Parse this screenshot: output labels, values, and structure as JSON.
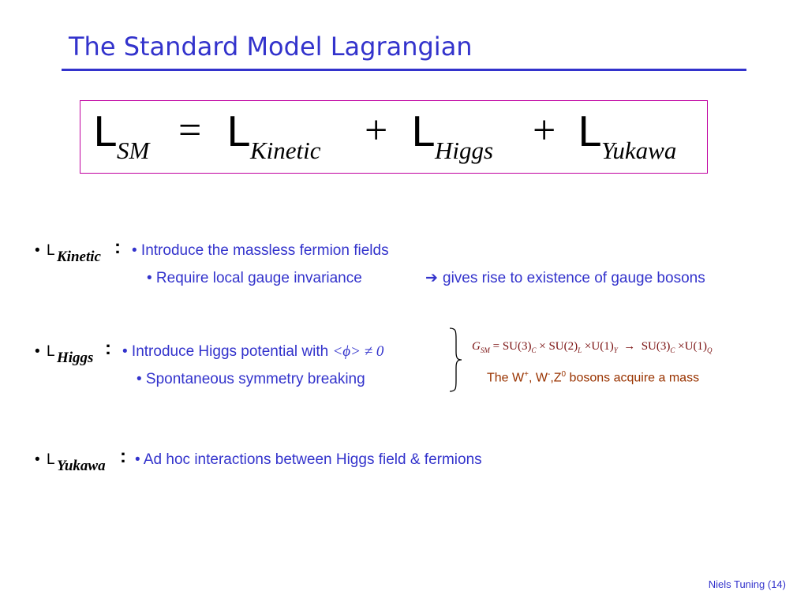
{
  "slide": {
    "title": "The Standard Model Lagrangian",
    "footer": "Niels Tuning (14)"
  },
  "equation": {
    "L_symbol": "L",
    "sm_sub": "SM",
    "equals": "=",
    "kinetic_sub": "Kinetic",
    "plus": "+",
    "higgs_sub": "Higgs",
    "yukawa_sub": "Yukawa"
  },
  "kinetic": {
    "bullet": "•",
    "L_symbol": "L",
    "sub": "Kinetic",
    "colon": ":",
    "line1": "• Introduce the massless fermion fields",
    "line2_a": "• Require local gauge invariance",
    "arrow": "➔",
    "line2_b": "gives rise to existence of gauge bosons"
  },
  "higgs": {
    "bullet": "•",
    "L_symbol": "L",
    "sub": "Higgs",
    "colon": ":",
    "line1_a": "• Introduce Higgs potential with ",
    "line1_math": "<ϕ> ≠ 0",
    "line2": "• Spontaneous symmetry breaking",
    "gsm": {
      "G": "G",
      "G_sub": "SM",
      "eq": " = ",
      "su3": "SU(3)",
      "su3_sub": "C",
      "times1": " × ",
      "su2": "SU(2)",
      "su2_sub": "L",
      "times2": " ×",
      "u1": "U(1)",
      "u1_sub": "Y",
      "arrow": "  →  ",
      "su3b": "SU(3)",
      "su3b_sub": "C",
      "times3": " ×",
      "u1b": "U(1)",
      "u1b_sub": "Q"
    },
    "mass_note": {
      "a": "The W",
      "sup1": "+",
      "b": ", W",
      "sup2": "-",
      "c": ",Z",
      "sup3": "0",
      "d": " bosons acquire a mass"
    }
  },
  "yukawa": {
    "bullet": "•",
    "L_symbol": "L",
    "sub": "Yukawa",
    "colon": ":",
    "line1": "• Ad hoc interactions between Higgs field & fermions"
  }
}
